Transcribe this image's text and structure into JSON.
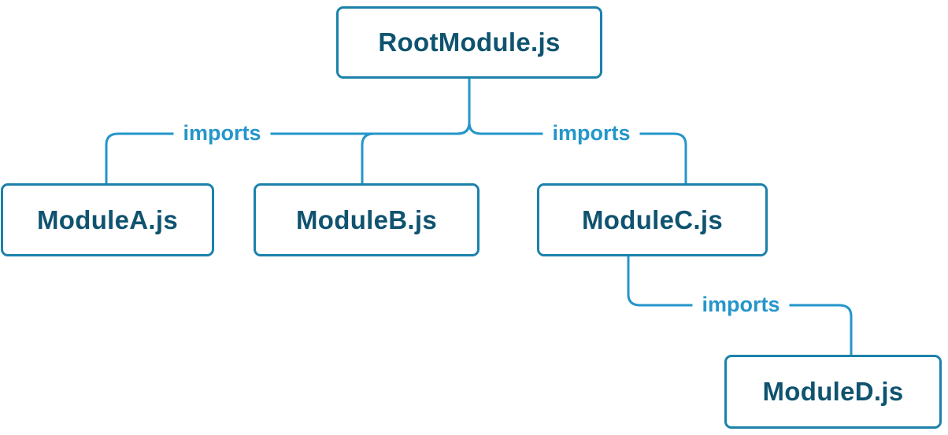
{
  "diagram": {
    "type": "module-dependency-tree",
    "nodes": [
      {
        "id": "root",
        "label": "RootModule.js"
      },
      {
        "id": "moduleA",
        "label": "ModuleA.js"
      },
      {
        "id": "moduleB",
        "label": "ModuleB.js"
      },
      {
        "id": "moduleC",
        "label": "ModuleC.js"
      },
      {
        "id": "moduleD",
        "label": "ModuleD.js"
      }
    ],
    "edges": [
      {
        "from": "RootModule.js",
        "to": "ModuleA.js",
        "label": "imports"
      },
      {
        "from": "RootModule.js",
        "to": "ModuleB.js",
        "label": ""
      },
      {
        "from": "RootModule.js",
        "to": "ModuleC.js",
        "label": "imports"
      },
      {
        "from": "ModuleC.js",
        "to": "ModuleD.js",
        "label": "imports"
      }
    ],
    "edge_labels": [
      {
        "label": "imports"
      },
      {
        "label": "imports"
      },
      {
        "label": "imports"
      }
    ],
    "colors": {
      "node_border": "#1b81ab",
      "node_text": "#0f536f",
      "connector": "#2496ca",
      "edge_label_text": "#2496ca",
      "background": "#ffffff"
    }
  }
}
